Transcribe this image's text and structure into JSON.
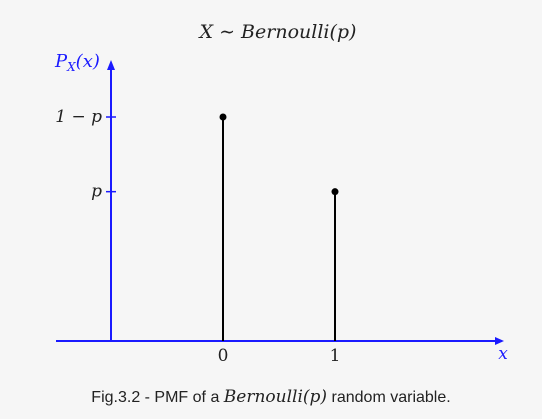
{
  "chart_data": {
    "type": "stem",
    "title": "X ∼ Bernoulli(p)",
    "xlabel": "x",
    "ylabel": "P_X(x)",
    "categories": [
      "0",
      "1"
    ],
    "x": [
      0,
      1
    ],
    "y_tick_labels": [
      "1 − p",
      "p"
    ],
    "values": [
      "1 − p",
      "p"
    ],
    "illustrative_p": 0.4,
    "grid": false,
    "legend": "none"
  },
  "caption": {
    "prefix": "Fig.3.2 - PMF of a",
    "math": "Bernoulli(p)",
    "suffix": "random variable."
  },
  "colors": {
    "axis": "#1a1aff",
    "stem": "#000000",
    "text": "#222222",
    "background": "#f6f6f6"
  }
}
